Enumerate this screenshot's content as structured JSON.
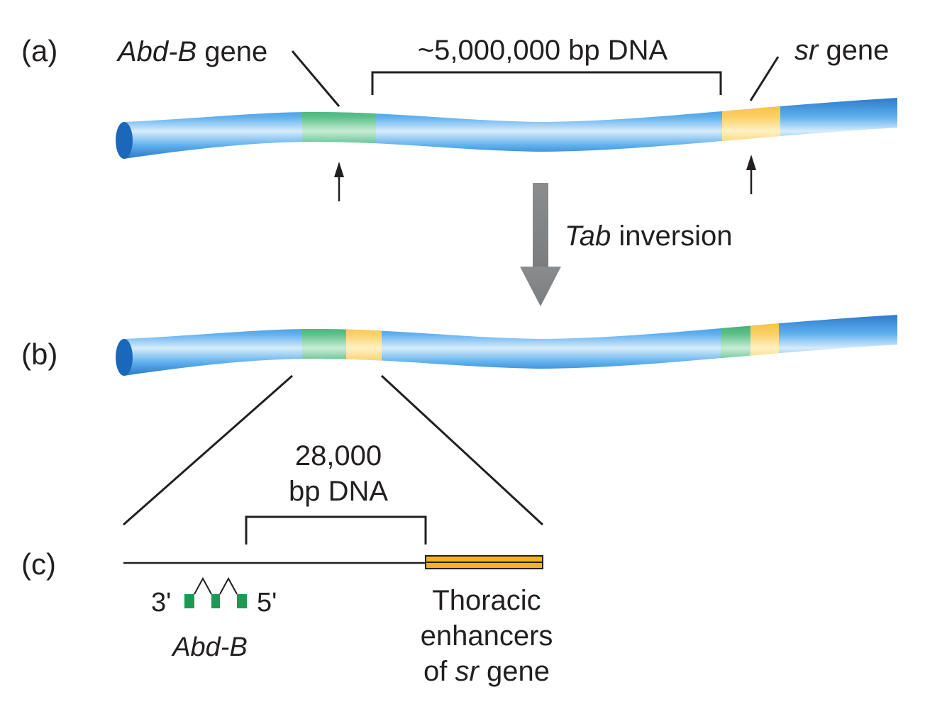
{
  "panels": {
    "a": "(a)",
    "b": "(b)",
    "c": "(c)"
  },
  "labels": {
    "abdb_gene_italic": "Abd-B",
    "abdb_gene_word": " gene",
    "distance_a": "~5,000,000 bp DNA",
    "sr_gene_italic": "sr",
    "sr_gene_word": " gene",
    "inversion_italic": "Tab",
    "inversion_word": " inversion",
    "distance_c_line1": "28,000",
    "distance_c_line2": "bp DNA",
    "three_prime": "3'",
    "five_prime": "5'",
    "abdb_c": "Abd-B",
    "enhancer_line1": "Thoracic",
    "enhancer_line2": "enhancers",
    "enhancer_line3_pre": "of ",
    "enhancer_line3_italic": "sr",
    "enhancer_line3_post": " gene"
  },
  "colors": {
    "dna_blue": "#1a6fc4",
    "abdb_green": "#1a9a55",
    "sr_orange": "#f6b21a",
    "arrow_gray": "#808285",
    "text": "#231f20"
  }
}
